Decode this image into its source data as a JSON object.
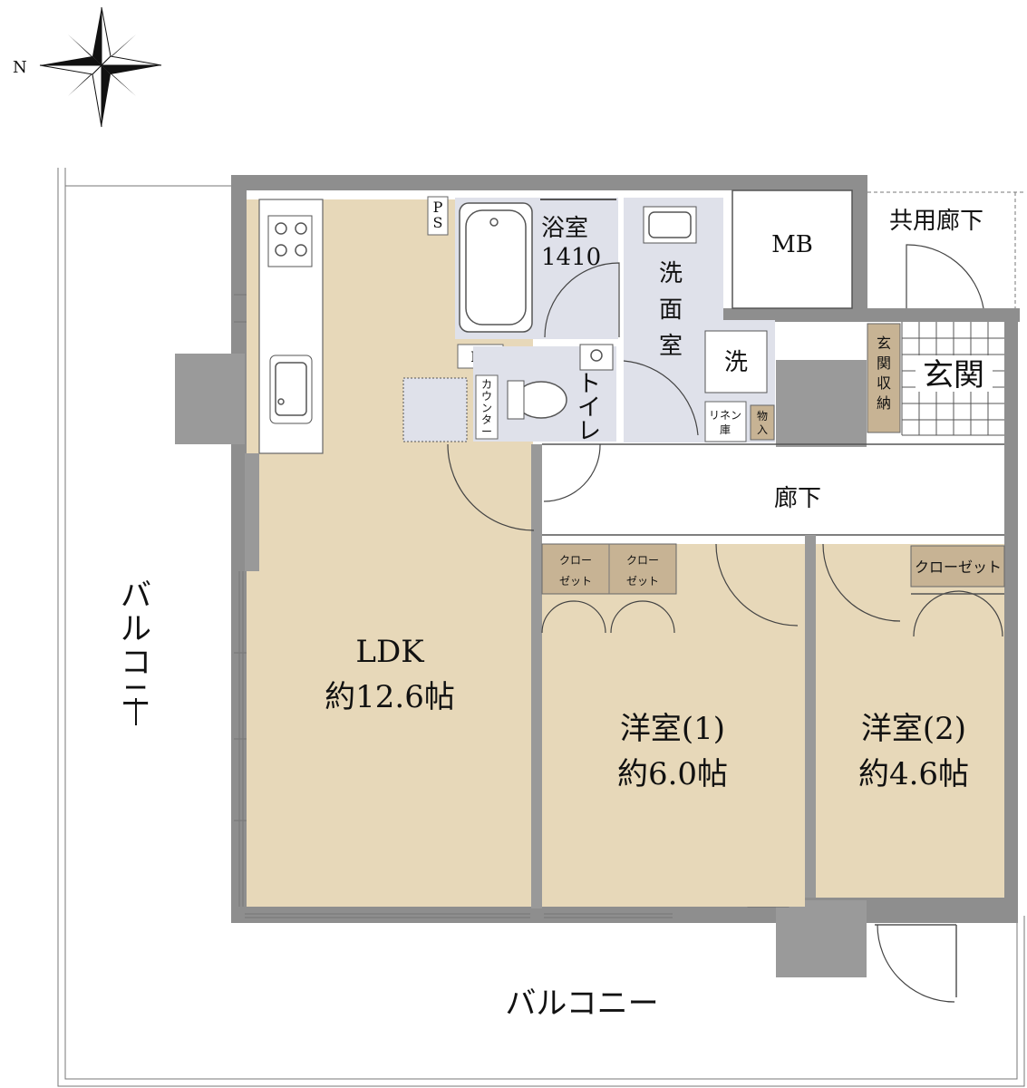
{
  "compass": {
    "north_label": "N"
  },
  "rooms": {
    "ldk": {
      "name": "LDK",
      "size": "約12.6帖"
    },
    "bedroom1": {
      "name": "洋室(1)",
      "size": "約6.0帖"
    },
    "bedroom2": {
      "name": "洋室(2)",
      "size": "約4.6帖"
    }
  },
  "labels": {
    "bathroom": "浴室",
    "bathroom_size": "1410",
    "washroom_chars": [
      "洗",
      "面",
      "室"
    ],
    "washer": "洗",
    "toilet_chars": [
      "ト",
      "イ",
      "レ"
    ],
    "counter_chars": [
      "カ",
      "ウ",
      "ン",
      "タ",
      "ー"
    ],
    "ps": "PS",
    "ps_vertical": [
      "P",
      "S"
    ],
    "mb": "MB",
    "common_corridor": "共用廊下",
    "entrance": "玄関",
    "entrance_storage_chars": [
      "玄",
      "関",
      "収",
      "納"
    ],
    "linen_1": "リネン",
    "linen_2": "庫",
    "storage_chars": [
      "物",
      "入"
    ],
    "hallway": "廊下",
    "closet_line1": "クロー",
    "closet_line2": "ゼット",
    "closet": "クローゼット",
    "balcony_bottom": "バルコニー",
    "balcony_left_chars": [
      "バ",
      "ル",
      "コ",
      "ニ",
      "ー"
    ]
  },
  "colors": {
    "wall": "#8e8e8e",
    "room_beige": "#e7d8b9",
    "wet_area": "#dfe1ea",
    "storage": "#c7b394",
    "entrance_grid": "#555555"
  }
}
